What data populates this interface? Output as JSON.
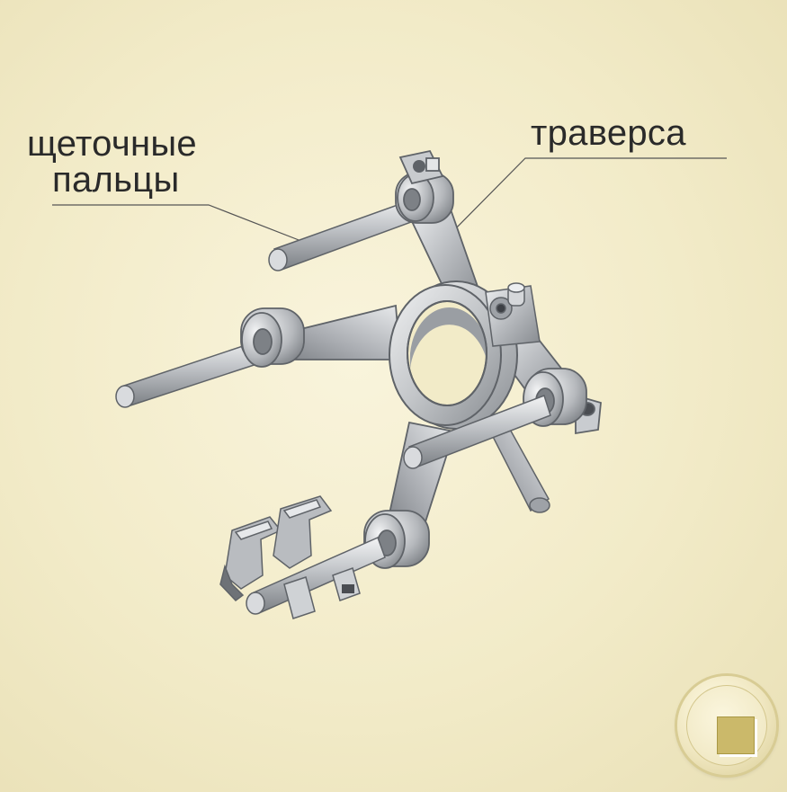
{
  "labels": {
    "brush_pins_line1": "щеточные",
    "brush_pins_line2": "пальцы",
    "traverse": "траверса"
  },
  "controls": {
    "stop_icon": "stop-square-icon"
  },
  "colors": {
    "background": "#f2ebc8",
    "metal_light": "#e4e6e8",
    "metal_mid": "#b3b6ba",
    "metal_dark": "#74787d",
    "button_square": "#cbb96a"
  }
}
